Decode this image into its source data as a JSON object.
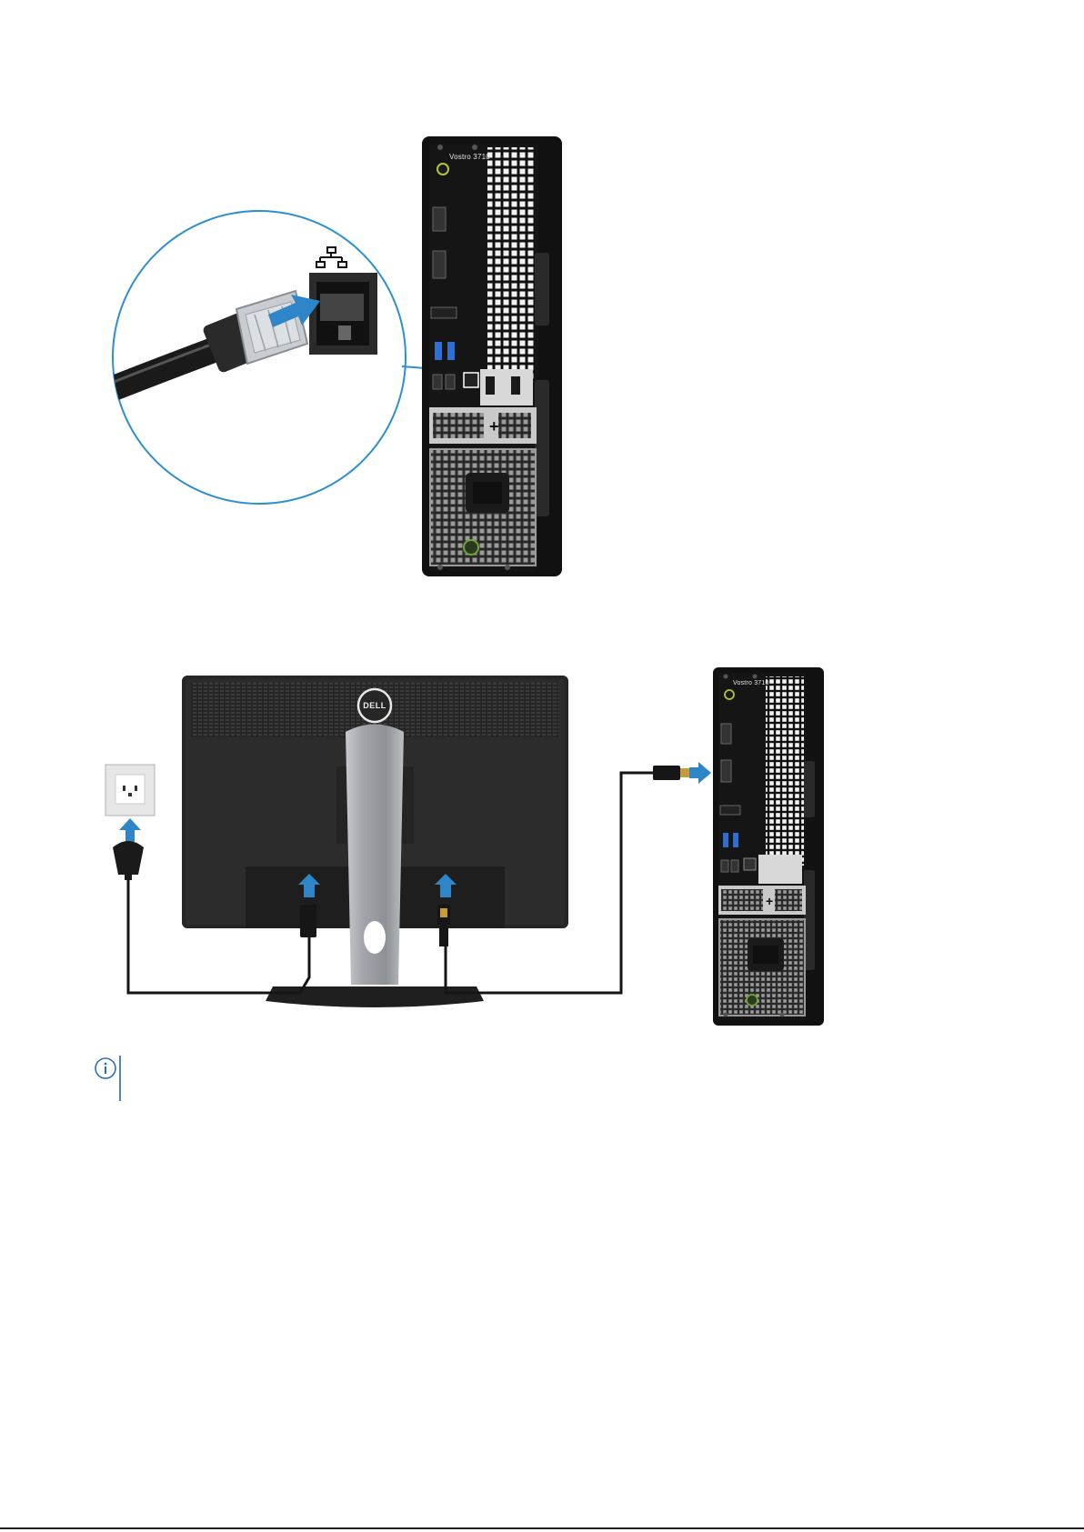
{
  "figure1": {
    "tower_model_label": "Vostro 3710"
  },
  "figure2": {
    "monitor_brand": "DELL",
    "tower_model_label": "Vostro 3710"
  },
  "note": {
    "icon": "info-icon",
    "text": ""
  },
  "colors": {
    "callout_blue": "#2e8fd0",
    "arrow_blue": "#2e86c8",
    "chassis": "#111111",
    "silver": "#a9abae"
  }
}
